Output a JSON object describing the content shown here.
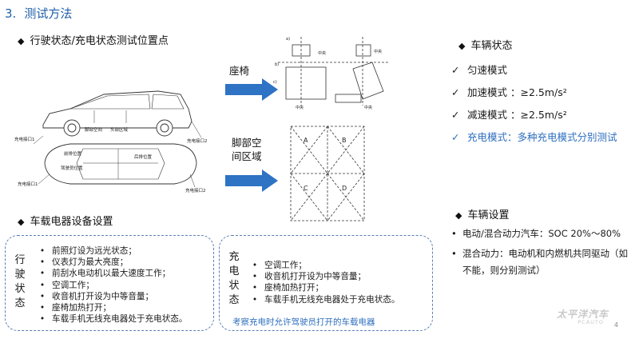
{
  "title": {
    "number": "3.",
    "text": "测试方法"
  },
  "section_position": "行驶状态/充电状态测试位置点",
  "section_vehicle_state": "车辆状态",
  "section_electrical": "车载电器设备设置",
  "section_vehicle_setup": "车辆设置",
  "diagram_labels": {
    "seat": "座椅",
    "foot_area_1": "脚部空",
    "foot_area_2": "间区域",
    "car_foot_space": "脚部空间",
    "car_head_area": "头部区域",
    "charge_port1_top": "充电接口1",
    "charge_port2_top": "充电接口2",
    "car_front_seat": "前排位置",
    "car_rear_seat": "后排位置",
    "car_driver_seat": "驾驶员位置",
    "car_charge_port1_bottom": "充电接口1",
    "car_charge_port2_bottom": "充电接口2",
    "seat_center_a": "中央",
    "seat_center_b": "中央",
    "seat_center_c": "中央",
    "seat_center_d": "中央",
    "seat_a": "a)",
    "seat_b": "b)",
    "seat_c": "c)",
    "grid_a": "A",
    "grid_b": "B",
    "grid_c": "C",
    "grid_d": "D"
  },
  "vehicle_states": [
    {
      "check": "✓",
      "text": "匀速模式",
      "highlight": false
    },
    {
      "check": "✓",
      "text": "加速模式 ：≥2.5m/s²",
      "highlight": false
    },
    {
      "check": "✓",
      "text": "减速模式 ：≥2.5m/s²",
      "highlight": false
    },
    {
      "check": "✓",
      "text": "充电模式：多种充电模式分别测试",
      "highlight": true
    }
  ],
  "vehicle_setup": [
    {
      "bullet": "•",
      "text": "电动/混合动力汽车：SOC 20%～80%"
    },
    {
      "bullet": "•",
      "text": "混合动力：电动机和内燃机共同驱动（如不能，则分别测试）"
    }
  ],
  "driving_box": {
    "label": "行驶状态",
    "items": [
      "前照灯设为远光状态；",
      "仪表灯为最大亮度；",
      "前刮水电动机以最大速度工作；",
      "空调工作；",
      "收音机打开设为中等音量；",
      "座椅加热打开；",
      "车载手机无线充电器处于充电状态。"
    ]
  },
  "charging_box": {
    "label": "充电状态",
    "items": [
      "空调工作；",
      "收音机打开设为中等音量；",
      "座椅加热打开；",
      "车载手机无线充电器处于充电状态。"
    ],
    "note": "考察充电时允许驾驶员打开的车载电器"
  },
  "page_number": "4",
  "brand": {
    "name": "太平洋汽车",
    "sub": "PCAUTO"
  },
  "colors": {
    "accent": "#1f5fa8",
    "highlight": "#2f6fbe",
    "arrow": "#2e73c4",
    "box_border": "#5b7fb5"
  }
}
